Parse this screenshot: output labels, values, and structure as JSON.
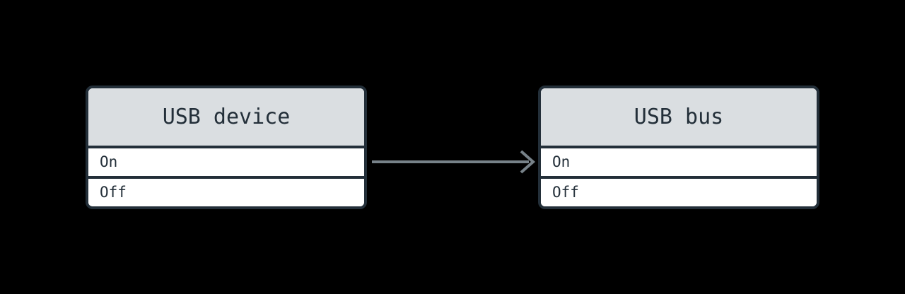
{
  "diagram": {
    "type": "state-diagram",
    "background_color": "#000000",
    "stroke_color": "#232f39",
    "header_fill": "#dadee1",
    "body_fill": "#ffffff",
    "text_color": "#232f39",
    "edge_color": "#778289",
    "nodes": [
      {
        "id": "usb-device",
        "title": "USB device",
        "rows": [
          "On",
          "Off"
        ]
      },
      {
        "id": "usb-bus",
        "title": "USB bus",
        "rows": [
          "On",
          "Off"
        ]
      }
    ],
    "edges": [
      {
        "id": "usb-device-to-usb-bus",
        "from": "usb-device",
        "to": "usb-bus",
        "label": "",
        "arrowhead": "open"
      }
    ]
  }
}
